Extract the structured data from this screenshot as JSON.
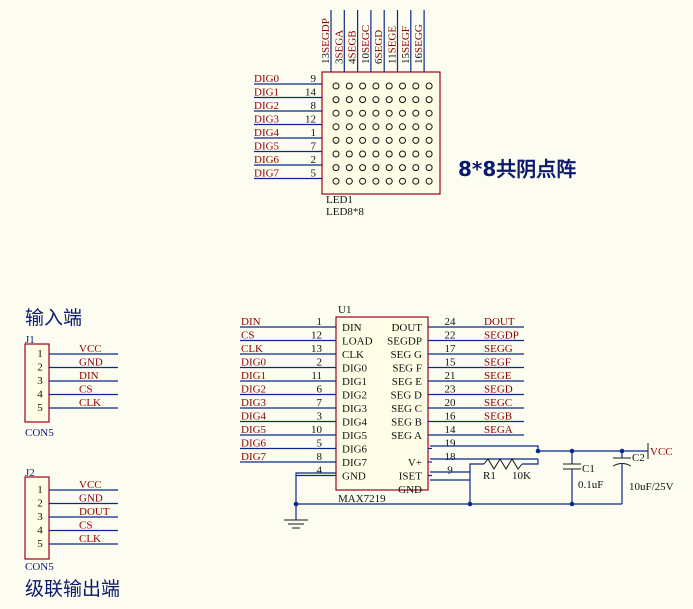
{
  "led": {
    "ref": "LED1",
    "value": "LED8*8",
    "caption": "8*8共阴点阵",
    "rows": [
      {
        "net": "DIG0",
        "pin": "9"
      },
      {
        "net": "DIG1",
        "pin": "14"
      },
      {
        "net": "DIG2",
        "pin": "8"
      },
      {
        "net": "DIG3",
        "pin": "12"
      },
      {
        "net": "DIG4",
        "pin": "1"
      },
      {
        "net": "DIG5",
        "pin": "7"
      },
      {
        "net": "DIG6",
        "pin": "2"
      },
      {
        "net": "DIG7",
        "pin": "5"
      }
    ],
    "cols": [
      {
        "pin": "13",
        "net": "SEGDP"
      },
      {
        "pin": "3",
        "net": "SEGA"
      },
      {
        "pin": "4",
        "net": "SEGB"
      },
      {
        "pin": "10",
        "net": "SEGC"
      },
      {
        "pin": "6",
        "net": "SEGD"
      },
      {
        "pin": "11",
        "net": "SEGE"
      },
      {
        "pin": "15",
        "net": "SEGF"
      },
      {
        "pin": "16",
        "net": "SEGG"
      }
    ]
  },
  "u1": {
    "ref": "U1",
    "value": "MAX7219",
    "left": [
      {
        "net": "DIN",
        "pin": "1",
        "name": "DIN"
      },
      {
        "net": "CS",
        "pin": "12",
        "name": "LOAD"
      },
      {
        "net": "CLK",
        "pin": "13",
        "name": "CLK"
      },
      {
        "net": "DIG0",
        "pin": "2",
        "name": "DIG0"
      },
      {
        "net": "DIG1",
        "pin": "11",
        "name": "DIG1"
      },
      {
        "net": "DIG2",
        "pin": "6",
        "name": "DIG2"
      },
      {
        "net": "DIG3",
        "pin": "7",
        "name": "DIG3"
      },
      {
        "net": "DIG4",
        "pin": "3",
        "name": "DIG4"
      },
      {
        "net": "DIG5",
        "pin": "10",
        "name": "DIG5"
      },
      {
        "net": "DIG6",
        "pin": "5",
        "name": "DIG6"
      },
      {
        "net": "DIG7",
        "pin": "8",
        "name": "DIG7"
      },
      {
        "net": "",
        "pin": "4",
        "name": "GND"
      }
    ],
    "right": [
      {
        "name": "DOUT",
        "pin": "24",
        "net": "DOUT"
      },
      {
        "name": "SEGDP",
        "pin": "22",
        "net": "SEGDP"
      },
      {
        "name": "SEG G",
        "pin": "17",
        "net": "SEGG"
      },
      {
        "name": "SEG F",
        "pin": "15",
        "net": "SEGF"
      },
      {
        "name": "SEG E",
        "pin": "21",
        "net": "SEGE"
      },
      {
        "name": "SEG D",
        "pin": "23",
        "net": "SEGD"
      },
      {
        "name": "SEG C",
        "pin": "20",
        "net": "SEGC"
      },
      {
        "name": "SEG B",
        "pin": "16",
        "net": "SEGB"
      },
      {
        "name": "SEG A",
        "pin": "14",
        "net": "SEGA"
      },
      {
        "name": "",
        "pin": "19",
        "net": ""
      },
      {
        "name": "V+",
        "pin": "18",
        "net": ""
      },
      {
        "name": "ISET",
        "pin": "9",
        "net": ""
      },
      {
        "name": "GND",
        "pin": "",
        "net": ""
      }
    ]
  },
  "parts": {
    "r1_ref": "R1",
    "r1_value": "10K",
    "c1_ref": "C1",
    "c1_value": "0.1uF",
    "c2_ref": "C2",
    "c2_value": "10uF/25V",
    "vcc": "VCC"
  },
  "j1": {
    "title": "输入端",
    "ref": "J1",
    "value": "CON5",
    "pins": [
      {
        "pin": "1",
        "net": "VCC"
      },
      {
        "pin": "2",
        "net": "GND"
      },
      {
        "pin": "3",
        "net": "DIN"
      },
      {
        "pin": "4",
        "net": "CS"
      },
      {
        "pin": "5",
        "net": "CLK"
      }
    ]
  },
  "j2": {
    "title": "级联输出端",
    "ref": "J2",
    "value": "CON5",
    "pins": [
      {
        "pin": "1",
        "net": "VCC"
      },
      {
        "pin": "2",
        "net": "GND"
      },
      {
        "pin": "3",
        "net": "DOUT"
      },
      {
        "pin": "4",
        "net": "CS"
      },
      {
        "pin": "5",
        "net": "CLK"
      }
    ]
  }
}
